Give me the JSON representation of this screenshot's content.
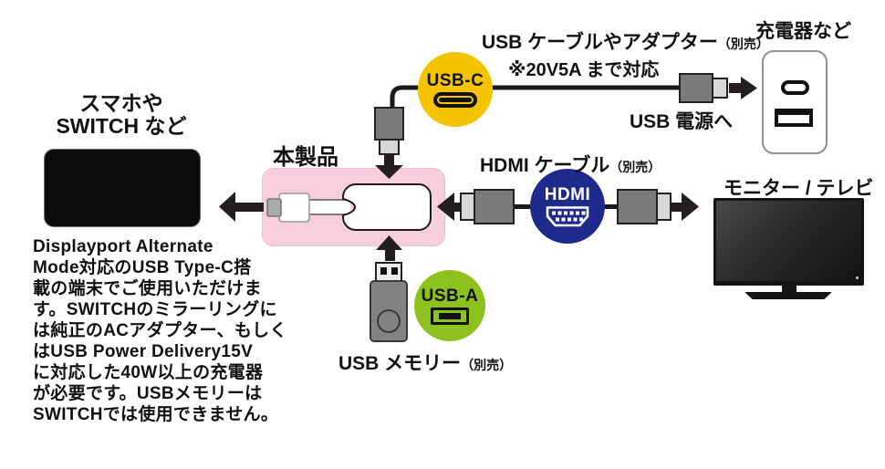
{
  "top": {
    "cable_label": "USB ケーブルやアダプター",
    "cable_note": "（別売）",
    "spec_note": "※20V5A まで対応",
    "charger_label": "充電器など",
    "usb_power_label": "USB 電源へ"
  },
  "badges": {
    "usb_c": "USB-C",
    "hdmi": "HDMI",
    "usb_a": "USB-A"
  },
  "left": {
    "device_line1": "スマホや",
    "device_line2": "SWITCH など"
  },
  "center": {
    "product_label": "本製品"
  },
  "hdmi_section": {
    "label": "HDMI ケーブル",
    "note": "（別売）",
    "monitor_label": "モニター / テレビ"
  },
  "memory_section": {
    "label": "USB メモリー",
    "note": "（別売）"
  },
  "note_text": "Displayport Alternate\nMode対応のUSB Type-C搭\n載の端末でご使用いただけま\nす。SWITCHのミラーリングに\nは純正のACアダプター、もしく\nはUSB Power Delivery15V\nに対応した40W以上の充電器\nが必要です。USBメモリーは\nSWITCHでは使用できません。",
  "colors": {
    "usb_c_badge": "#f5c300",
    "usb_a_badge": "#8cc11e",
    "hdmi_badge": "#1e2b8c",
    "product_highlight": "#f8cede",
    "cable": "#1a1a1a",
    "connector_body": "#7b7b7b",
    "connector_tip": "#d7d7d7"
  }
}
